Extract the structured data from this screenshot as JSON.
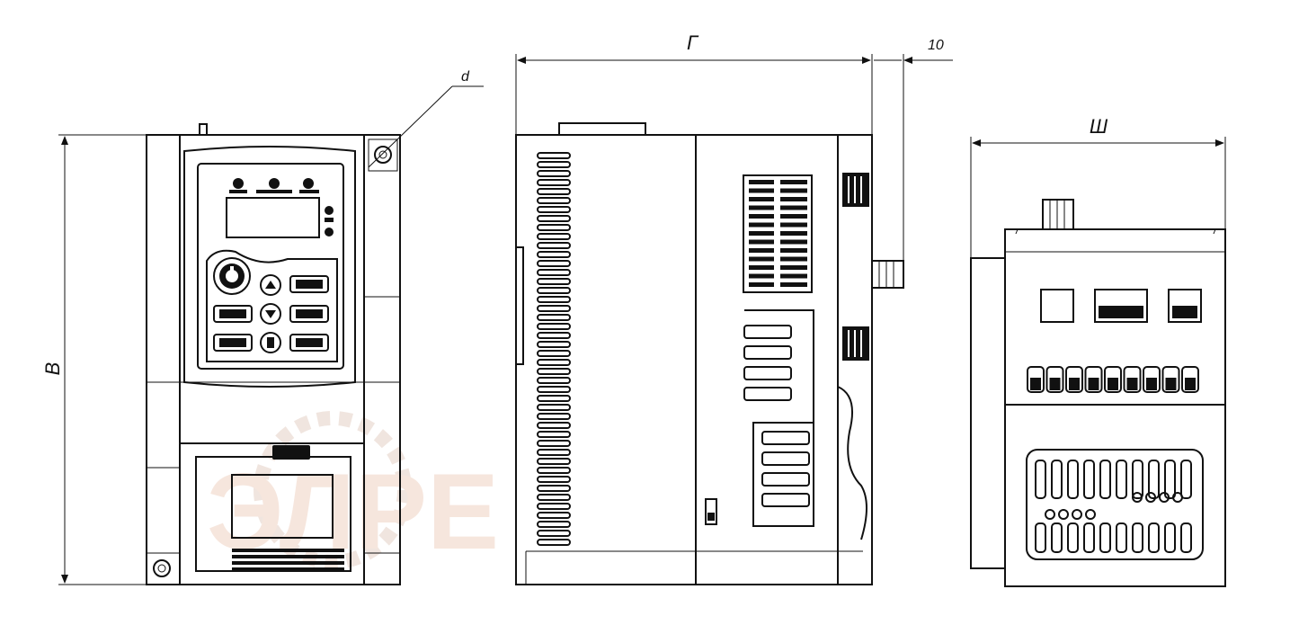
{
  "dimensions": {
    "height_label": "В",
    "depth_label": "Г",
    "width_label": "Ш",
    "hole_label": "d",
    "clearance_label": "10"
  },
  "watermark": {
    "text": "ЭЛРЕ",
    "color": "#e9c9b8"
  },
  "colors": {
    "line": "#111111",
    "background": "#ffffff"
  }
}
